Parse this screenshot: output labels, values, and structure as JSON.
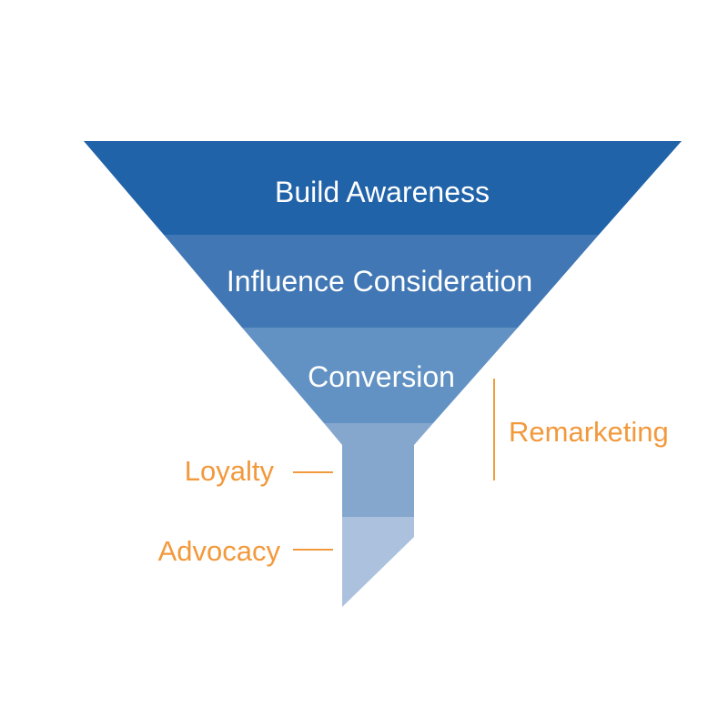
{
  "funnel": {
    "inside_label_color": "#FFFFFF",
    "accent_color": "#F2993C",
    "stages": [
      {
        "label": "Build Awareness",
        "color": "#2163A9",
        "label_placement": "inside"
      },
      {
        "label": "Influence Consideration",
        "color": "#4177B4",
        "label_placement": "inside"
      },
      {
        "label": "Conversion",
        "color": "#6292C4",
        "label_placement": "inside"
      },
      {
        "label": "Loyalty",
        "color": "#85A7CE",
        "label_placement": "outside-left"
      },
      {
        "label": "Advocacy",
        "color": "#ABC1DE",
        "label_placement": "outside-left"
      }
    ],
    "right_annotation": {
      "label": "Remarketing",
      "color": "#F2993C"
    }
  }
}
